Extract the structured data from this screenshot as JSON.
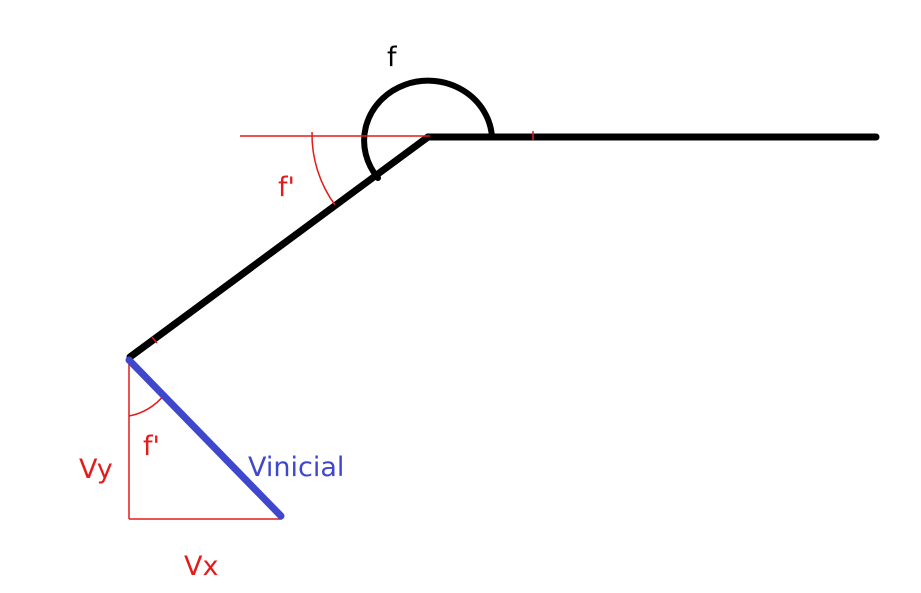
{
  "colors": {
    "beam": "#000000",
    "construction": "#e41b1b",
    "velocity": "#3f48cc",
    "background": "#ffffff"
  },
  "labels": {
    "angle_f": "f",
    "angle_f_prime_top": "f'",
    "angle_f_prime_bottom": "f'",
    "vinicial": "Vinicial",
    "vy": "Vy",
    "vx": "Vx"
  }
}
